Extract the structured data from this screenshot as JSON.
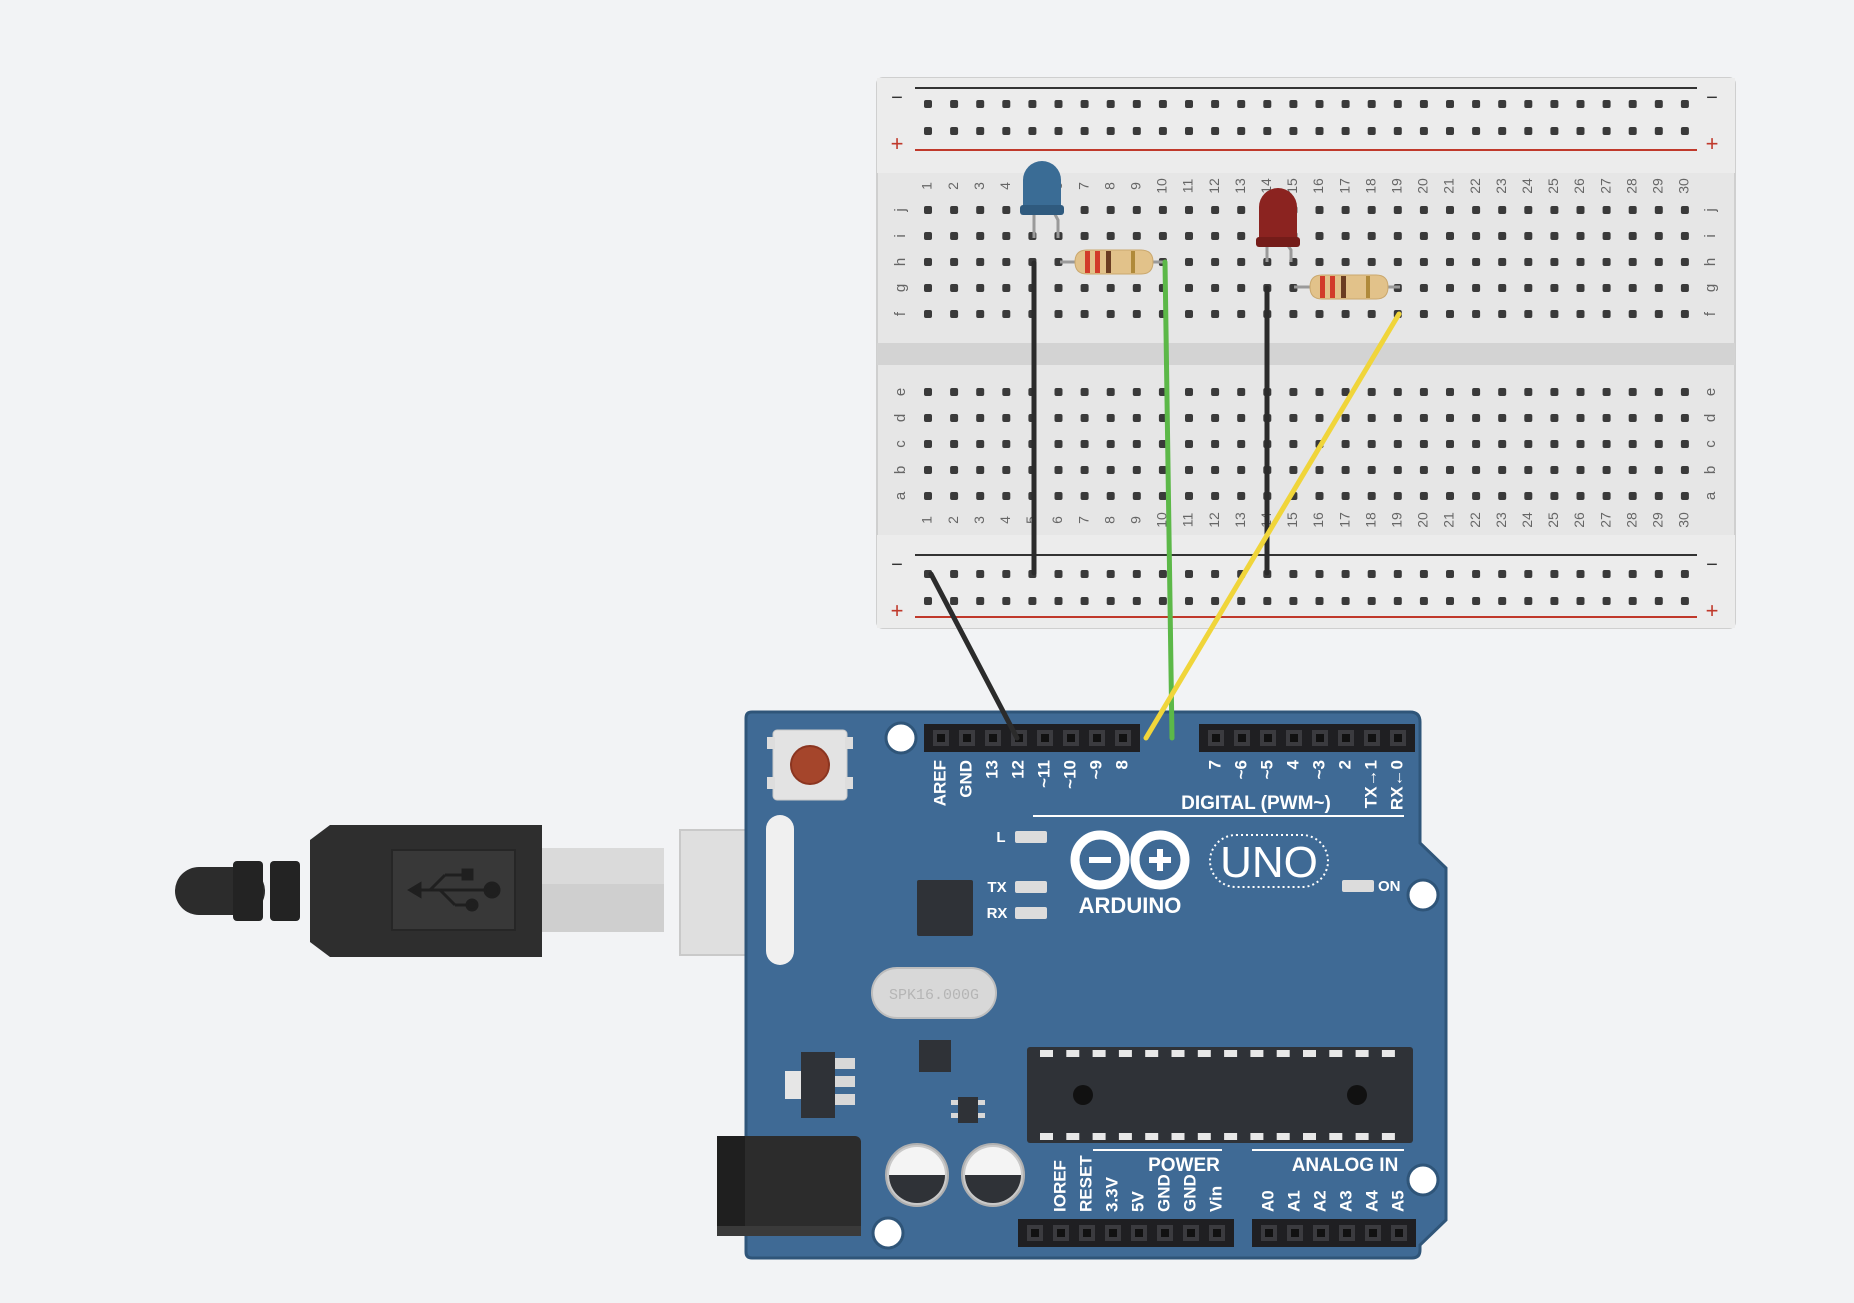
{
  "breadboard": {
    "minus": "−",
    "plus": "+",
    "row_letters_top": [
      "j",
      "i",
      "h",
      "g",
      "f"
    ],
    "row_letters_bottom": [
      "e",
      "d",
      "c",
      "b",
      "a"
    ],
    "column_numbers": [
      "1",
      "2",
      "3",
      "4",
      "5",
      "6",
      "7",
      "8",
      "9",
      "10",
      "11",
      "12",
      "13",
      "14",
      "15",
      "16",
      "17",
      "18",
      "19",
      "20",
      "21",
      "22",
      "23",
      "24",
      "25",
      "26",
      "27",
      "28",
      "29",
      "30"
    ]
  },
  "arduino": {
    "brand": "ARDUINO",
    "model": "UNO",
    "digital_header_label": "DIGITAL (PWM~)",
    "digital_pins_left": [
      "AREF",
      "GND",
      "13",
      "12",
      "~11",
      "~10",
      "~9",
      "8"
    ],
    "digital_pins_right": [
      "7",
      "~6",
      "~5",
      "4",
      "~3",
      "2",
      "TX→1",
      "RX←0"
    ],
    "led_L": "L",
    "led_TX": "TX",
    "led_RX": "RX",
    "led_ON": "ON",
    "crystal_label": "SPK16.000G",
    "power_label": "POWER",
    "power_pins": [
      "IOREF",
      "RESET",
      "3.3V",
      "5V",
      "GND",
      "GND",
      "Vin"
    ],
    "analog_label": "ANALOG IN",
    "analog_pins": [
      "A0",
      "A1",
      "A2",
      "A3",
      "A4",
      "A5"
    ]
  },
  "colors": {
    "board": "#3f6a95",
    "board_edge": "#2f5579",
    "breadboard": "#e8e8e8",
    "rail_red": "#c0392b",
    "rail_black": "#333333",
    "wire_black": "#2b2b2b",
    "wire_green": "#5cb848",
    "wire_yellow": "#f0d53a",
    "led_blue": "#3a6c95",
    "led_red": "#8b2320"
  },
  "components": {
    "leds": [
      {
        "name": "led-blue",
        "color": "blue"
      },
      {
        "name": "led-red",
        "color": "red"
      }
    ],
    "resistors": [
      {
        "name": "resistor-1"
      },
      {
        "name": "resistor-2"
      }
    ],
    "wires": [
      {
        "name": "wire-black-gnd",
        "color": "black"
      },
      {
        "name": "wire-green-pin8",
        "color": "green"
      },
      {
        "name": "wire-yellow-pin9",
        "color": "yellow"
      },
      {
        "name": "wire-black-led1",
        "color": "black"
      },
      {
        "name": "wire-black-led2",
        "color": "black"
      }
    ],
    "usb_cable": "usb-icon"
  }
}
